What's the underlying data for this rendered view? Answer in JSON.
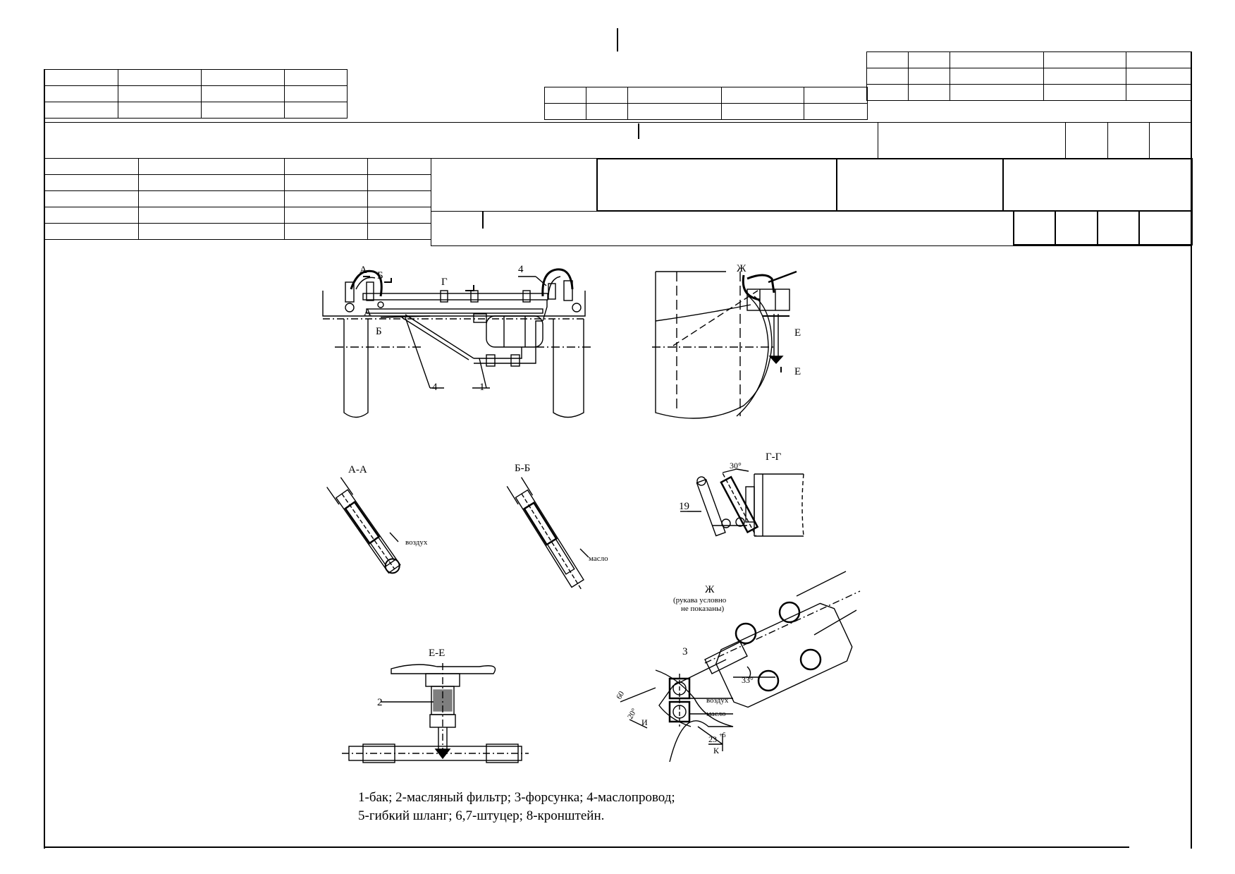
{
  "drawing": {
    "main_view": {
      "labels": [
        "А",
        "Б",
        "А",
        "Б",
        "Г",
        "4",
        "4",
        "1"
      ]
    },
    "side_view": {
      "labels": [
        "Ж",
        "Е",
        "Е"
      ]
    },
    "sections": {
      "aa": {
        "title": "А-А",
        "note": "воздух"
      },
      "bb": {
        "title": "Б-Б",
        "note": "масло"
      },
      "gg": {
        "title": "Г-Г",
        "angle": "30°",
        "callout": "19"
      },
      "ee": {
        "title": "Е-Е",
        "callout": "2"
      },
      "zh": {
        "title": "Ж",
        "subtitle_line1": "(рукава условно",
        "subtitle_line2": "не показаны)",
        "callout": "3",
        "angle": "33°",
        "note_air": "воздух",
        "note_oil": "масло",
        "dim_60": "60",
        "dim_20": "20°",
        "dim_i": "И",
        "dim_23": "23",
        "dim_23_sup": "+5",
        "dim_k": "К"
      }
    }
  },
  "caption": {
    "line1": "1-бак; 2-масляный фильтр; 3-форсунка; 4-маслопровод;",
    "line2": "5-гибкий шланг; 6,7-штуцер; 8-кронштейн."
  }
}
